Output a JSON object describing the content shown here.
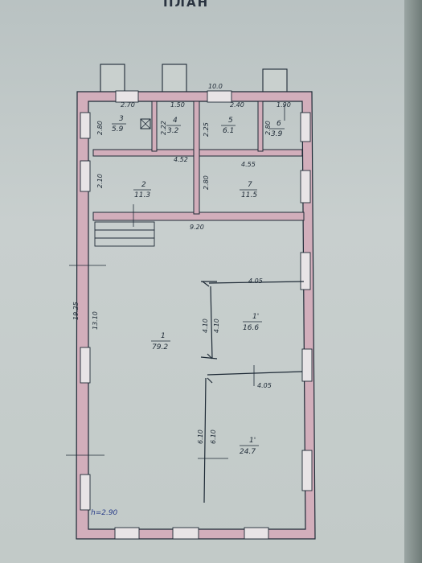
{
  "header": {
    "title": "ПЛАН"
  },
  "ceiling_height": "h=2.90",
  "rooms": [
    {
      "id": "3",
      "area": "5.9"
    },
    {
      "id": "4",
      "area": "3.2"
    },
    {
      "id": "5",
      "area": "6.1"
    },
    {
      "id": "6",
      "area": "3.9"
    },
    {
      "id": "2",
      "area": "11.3"
    },
    {
      "id": "7",
      "area": "11.5"
    },
    {
      "id": "1",
      "area": "79.2"
    },
    {
      "id": "1'",
      "area": "16.6"
    },
    {
      "id": "1'",
      "area": "24.7"
    }
  ],
  "dimensions": {
    "top_width": "10.0",
    "r3_width": "2.70",
    "r4_width": "1.50",
    "r5_width": "2.40",
    "r6_width": "1.90",
    "r3_height": "2.80",
    "r4_height": "2.22",
    "r5_height": "2.25",
    "r6_height": "2.80",
    "r2_width": "4.52",
    "r7_width": "4.55",
    "r2_height": "2.10",
    "r7_height": "2.80",
    "corridor_width": "9.20",
    "total_length": "19.25",
    "hall_length": "13.10",
    "partition_top": "4.05",
    "partition_mid": "4.05",
    "r1a_left": "4.10",
    "r1a_right": "4.10",
    "r1b_left": "6.10",
    "r1b_right": "6.10"
  }
}
